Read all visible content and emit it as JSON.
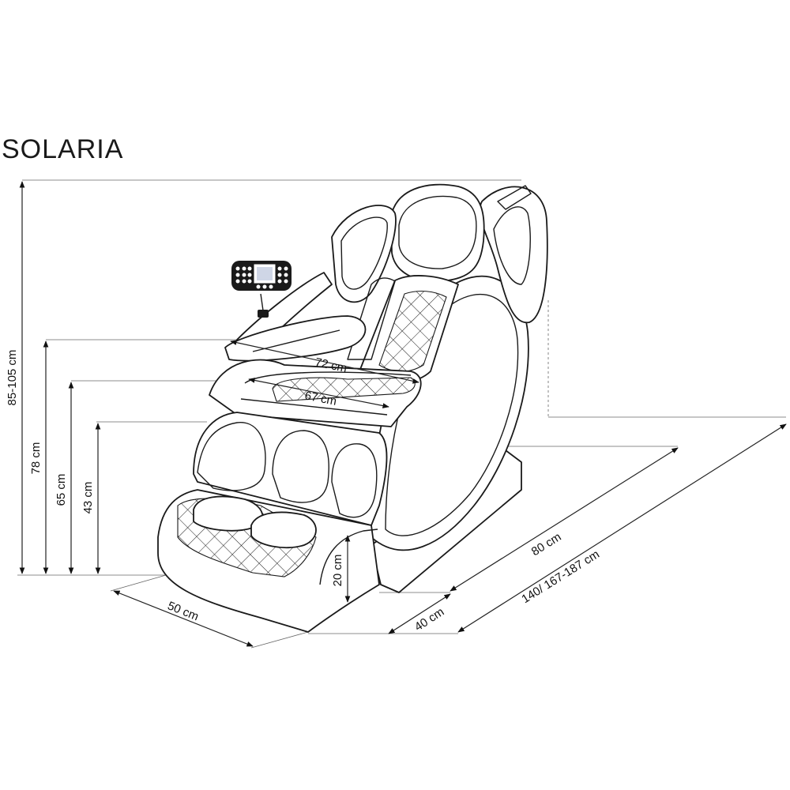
{
  "title": "SOLARIA",
  "dimensions": {
    "total_height": "85-105 cm",
    "armrest_height": "78 cm",
    "inner_height": "65 cm",
    "seat_height": "43 cm",
    "foot_height": "20 cm",
    "outer_width": "72 cm",
    "inner_width": "67 cm",
    "front_depth": "50 cm",
    "leg_depth": "40 cm",
    "base_depth": "80 cm",
    "total_length": "140/ 167-187 cm"
  }
}
